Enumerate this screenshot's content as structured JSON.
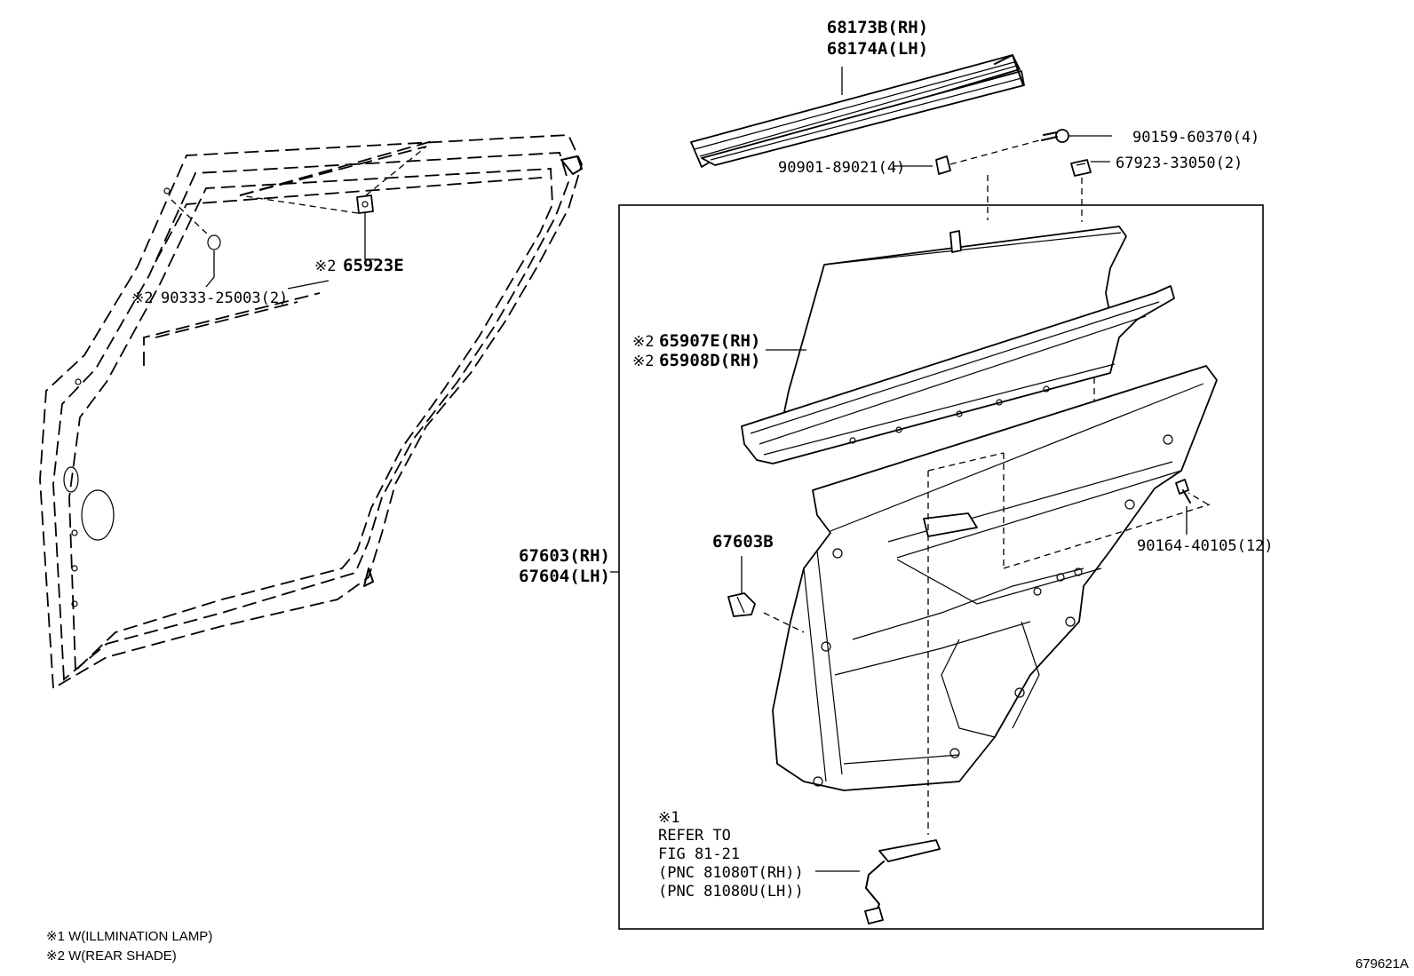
{
  "diagram": {
    "diagram_id": "679621A",
    "parts": {
      "weatherstrip_rh": "68173B(RH)",
      "weatherstrip_lh": "68174A(LH)",
      "screw": "90159-60370(4)",
      "nut": "90901-89021(4)",
      "clip_upper": "67923-33050(2)",
      "rear_shade_rh": "65907E(RH)",
      "rear_shade_lh": "65908D(RH)",
      "trim_panel_rh": "67603(RH)",
      "trim_panel_lh": "67604(LH)",
      "clip_lower": "67603B",
      "clip_side": "90164-40105(12)",
      "bracket": "65923E",
      "grommet": "90333-25003(2)"
    },
    "marks": {
      "note1": "※1",
      "note2": "※2"
    },
    "reference": {
      "line1": "REFER TO",
      "line2": "FIG 81-21",
      "line3": "(PNC 81080T(RH))",
      "line4": "(PNC 81080U(LH))"
    },
    "legend": {
      "note1": "※1 W(ILLMINATION LAMP)",
      "note2": "※2 W(REAR SHADE)"
    }
  }
}
